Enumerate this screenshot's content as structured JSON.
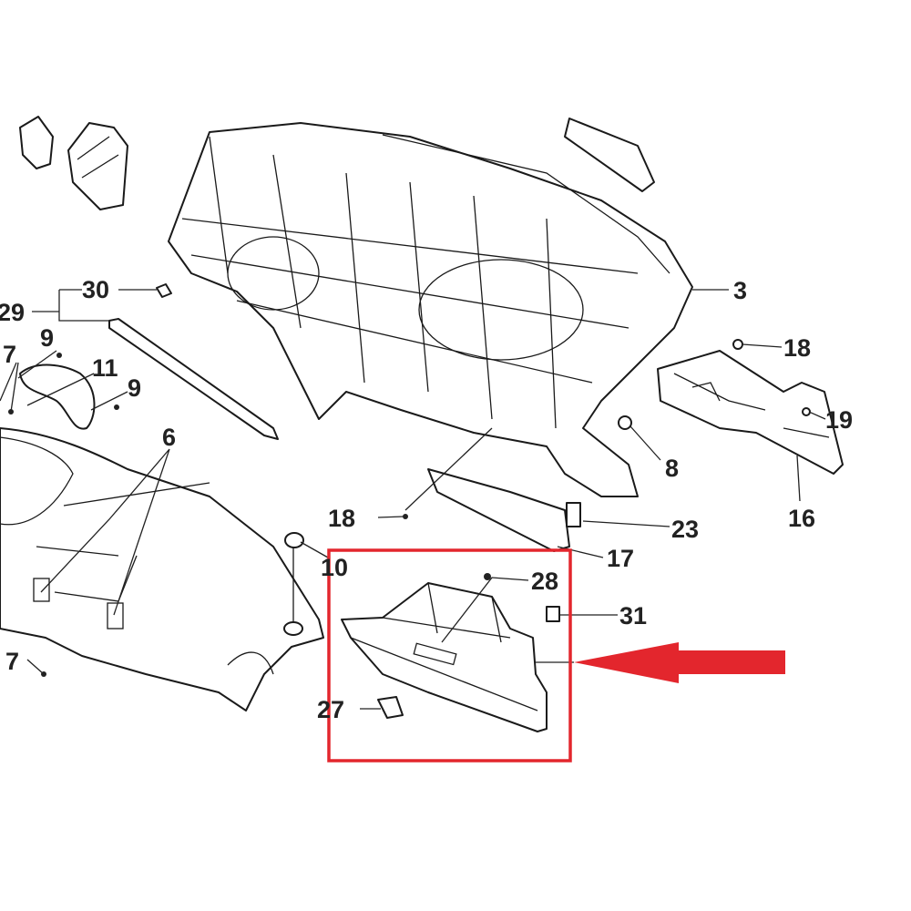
{
  "diagram": {
    "labels": [
      {
        "id": "30",
        "text": "30"
      },
      {
        "id": "29",
        "text": "29"
      },
      {
        "id": "7a",
        "text": "7"
      },
      {
        "id": "9a",
        "text": "9"
      },
      {
        "id": "11",
        "text": "11"
      },
      {
        "id": "9b",
        "text": "9"
      },
      {
        "id": "6",
        "text": "6"
      },
      {
        "id": "7b",
        "text": "7"
      },
      {
        "id": "3",
        "text": "3"
      },
      {
        "id": "18a",
        "text": "18"
      },
      {
        "id": "19",
        "text": "19"
      },
      {
        "id": "8",
        "text": "8"
      },
      {
        "id": "16",
        "text": "16"
      },
      {
        "id": "18b",
        "text": "18"
      },
      {
        "id": "23",
        "text": "23"
      },
      {
        "id": "17",
        "text": "17"
      },
      {
        "id": "10",
        "text": "10"
      },
      {
        "id": "28",
        "text": "28"
      },
      {
        "id": "31",
        "text": "31"
      },
      {
        "id": "27",
        "text": "27"
      }
    ],
    "highlight_color": "#e3262d"
  }
}
